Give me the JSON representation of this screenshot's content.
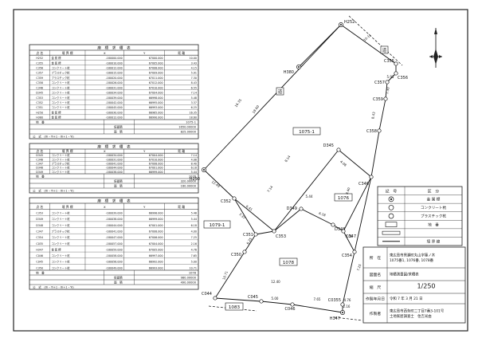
{
  "point_labels": {
    "H252": "H252",
    "H380": "H380",
    "H250": "H250",
    "C355": "C355",
    "C356": "C356",
    "C357": "C357",
    "C359": "C359",
    "C358": "C358",
    "D345": "D345",
    "C346": "C346",
    "C353": "C353",
    "D349": "D349",
    "D348": "D348",
    "C347": "C347",
    "C354": "C354",
    "C351": "C351",
    "C352": "C352",
    "C350": "C350",
    "C044": "C044",
    "C045": "C045",
    "C046": "C046",
    "C035": "C0355",
    "H347": "H347"
  },
  "parcels": {
    "p1075_1": "1075-1",
    "p1076": "1076",
    "p1079_1": "1079-1",
    "p1078": "1078",
    "p1083": "1083"
  },
  "road_label": "道",
  "legend": {
    "title_mark": "記　号",
    "title_kind": "区　分",
    "rows": [
      "金 属 標",
      "コンクリート杭",
      "プラスチック杭",
      "地　番",
      "",
      "境 界 線"
    ]
  },
  "title_block": {
    "location_label": "所　在",
    "location_value": "東広島市黒瀬町丸山字篠ノ木\n1075番1, 1076番, 1078番",
    "map_name_label": "図面名",
    "map_name_value": "地積測量図/求積表",
    "scale_label": "縮　尺",
    "scale_value": "1/250",
    "date_label": "作製年月日",
    "date_value": "令和 7 年 3 月 21 日",
    "author_label": "作製者",
    "author_value": "東広島市西条町二丁目7番3-101号\n土地家屋調査士　住吉光由"
  },
  "tables": [
    {
      "title": "座　標　求　積　表",
      "headers": [
        "点 名",
        "境 界 標",
        "X",
        "Y",
        "距 離"
      ],
      "rows": [
        [
          "H252",
          "金 属 標",
          "-180000.000",
          "67000.000",
          "10.00"
        ],
        [
          "C355",
          "金 属 標",
          "-180010.000",
          "67005.000",
          "3.43"
        ],
        [
          "C356",
          "コンクリート杭",
          "-180012.000",
          "67008.000",
          "4.15"
        ],
        [
          "C357",
          "プラスチック杭",
          "-180015.000",
          "67009.000",
          "5.91"
        ],
        [
          "C359",
          "プラスチック杭",
          "-180020.000",
          "67011.000",
          "7.30"
        ],
        [
          "C358",
          "コンクリート杭",
          "-180026.000",
          "67012.000",
          "8.43"
        ],
        [
          "C346",
          "コンクリート杭",
          "-180031.000",
          "67010.000",
          "6.55"
        ],
        [
          "D345",
          "コンクリート杭",
          "-180034.000",
          "67004.000",
          "7.14"
        ],
        [
          "C353",
          "コンクリート杭",
          "-180039.000",
          "66998.000",
          "5.48"
        ],
        [
          "C352",
          "コンクリート杭",
          "-180042.000",
          "66995.000",
          "3.37"
        ],
        [
          "C351",
          "コンクリート杭",
          "-180045.000",
          "66993.000",
          "6.25"
        ],
        [
          "H250",
          "金 属 標",
          "-180030.000",
          "66985.000",
          "16.35"
        ],
        [
          "H380",
          "金 属 標",
          "-180012.000",
          "66990.000",
          "18.60"
        ]
      ],
      "area_label": "地　番",
      "area_value": "1075-1",
      "sum_label": "倍面積",
      "sum_value": "1650.00000",
      "area2_label": "面　積",
      "area2_value": "825.00000",
      "formula": "公　式　(Xi・Yi+1 - Xi+1・Yi)"
    },
    {
      "title": "座　標　求　積　表",
      "headers": [
        "点 名",
        "境 界 標",
        "X",
        "Y",
        "距 離"
      ],
      "rows": [
        [
          "D345",
          "コンクリート杭",
          "-180034.000",
          "67004.000",
          "7.14"
        ],
        [
          "C346",
          "コンクリート杭",
          "-180031.000",
          "67010.000",
          "4.08"
        ],
        [
          "C347",
          "プラスチック杭",
          "-180041.000",
          "67008.000",
          "8.40"
        ],
        [
          "D348",
          "コンクリート杭",
          "-180044.000",
          "67001.000",
          "6.18"
        ],
        [
          "D349",
          "コンクリート杭",
          "-180038.000",
          "66999.000",
          "5.44"
        ]
      ],
      "area_label": "地　番",
      "area_value": "1076",
      "sum_label": "倍面積",
      "sum_value": "320.00000",
      "area2_label": "面　積",
      "area2_value": "160.00000",
      "formula": "公　式　(Xi・Yi+1 - Xi+1・Yi)"
    },
    {
      "title": "座　標　求　積　表",
      "headers": [
        "点 名",
        "境 界 標",
        "X",
        "Y",
        "距 離"
      ],
      "rows": [
        [
          "C353",
          "コンクリート杭",
          "-180039.000",
          "66998.000",
          "5.48"
        ],
        [
          "D349",
          "コンクリート杭",
          "-180038.000",
          "66999.000",
          "5.44"
        ],
        [
          "D348",
          "コンクリート杭",
          "-180044.000",
          "67001.000",
          "6.18"
        ],
        [
          "C347",
          "プラスチック杭",
          "-180041.000",
          "67008.000",
          "4.00"
        ],
        [
          "C354",
          "コンクリート杭",
          "-180047.000",
          "67006.000",
          "7.25"
        ],
        [
          "C035",
          "コンクリート杭",
          "-180057.000",
          "67004.000",
          "2.16"
        ],
        [
          "H347",
          "金 属 標",
          "-180059.000",
          "67005.000",
          "4.76"
        ],
        [
          "C046",
          "コンクリート杭",
          "-180058.000",
          "66997.000",
          "7.65"
        ],
        [
          "C045",
          "コンクリート杭",
          "-180056.000",
          "66992.000",
          "5.00"
        ],
        [
          "C350",
          "コンクリート杭",
          "-180049.000",
          "66993.000",
          "10.71"
        ]
      ],
      "area_label": "地　番",
      "area_value": "1078",
      "sum_label": "倍面積",
      "sum_value": "980.00000",
      "area2_label": "面　積",
      "area2_value": "490.00000",
      "formula": "公　式　(Xi・Yi+1 - Xi+1・Yi)"
    }
  ],
  "distances": [
    "10.11",
    "18.60",
    "16.35",
    "12.49",
    "6.41",
    "8.43",
    "7.30",
    "5.91",
    "4.76",
    "7.65",
    "5.00",
    "10.71",
    "6.25",
    "3.37",
    "7.14",
    "5.44",
    "6.18",
    "8.40",
    "4.08",
    "4.00",
    "7.25",
    "2.16",
    "12.40",
    "8.14"
  ]
}
